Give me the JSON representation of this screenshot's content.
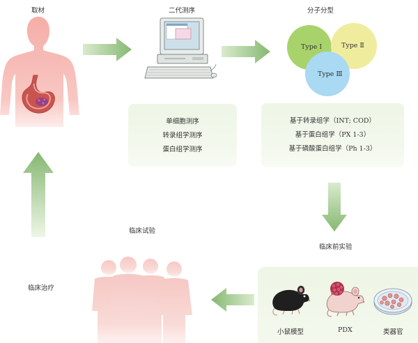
{
  "steps": {
    "sampling": "取材",
    "ngs": "二代测序",
    "subtyping": "分子分型",
    "preclinical": "临床前实验",
    "clinical_trial": "临床试验",
    "clinical_treatment": "临床治疗"
  },
  "sequencing_methods": [
    "单细胞测序",
    "转录组学测序",
    "蛋白组学测序"
  ],
  "subtype_bases": [
    "基于转录组学（INT; COD）",
    "基于蛋白组学（PX 1-3）",
    "基于磷酸蛋白组学（Ph 1-3）"
  ],
  "subtypes": [
    "Type Ⅰ",
    "Type Ⅱ",
    "Type Ⅲ"
  ],
  "models": [
    "小鼠模型",
    "PDX",
    "类器官"
  ],
  "colors": {
    "arrow": "#8dba78",
    "arrow_light": "#eef6e6",
    "type1": "#a8d36b",
    "type2": "#f0ec9e",
    "type3": "#a9d9f3",
    "card": "#eef6e6",
    "body": "#f6b9b3",
    "stomach": "#c9544f",
    "people": "#f7cfca"
  },
  "icons": {
    "human": "human-body-with-stomach-icon",
    "computer": "computer-workstation-icon",
    "mouse": "black-mouse-icon",
    "pdx": "pdx-mouse-with-tumor-icon",
    "organoid": "organoid-petri-dish-icon",
    "patients": "patient-group-icon"
  }
}
